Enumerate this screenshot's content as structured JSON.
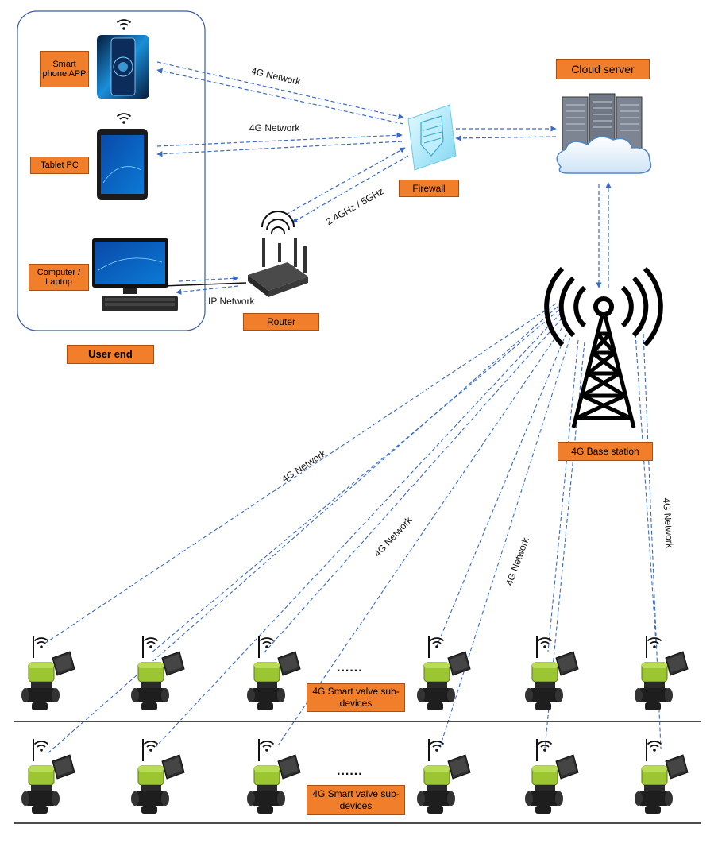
{
  "labels": {
    "smartphone_app": "Smart phone APP",
    "tablet_pc": "Tablet PC",
    "computer_laptop": "Computer / Laptop",
    "user_end": "User end",
    "router": "Router",
    "firewall": "Firewall",
    "cloud_server": "Cloud server",
    "base_station": "4G Base station",
    "valves_row1": "4G Smart valve sub-devices",
    "valves_row2": "4G Smart valve sub-devices"
  },
  "connections": {
    "phone_firewall": "4G Network",
    "tablet_firewall": "4G Network",
    "router_firewall": "2.4GHz / 5GHz",
    "computer_router": "IP Network",
    "tower_valves_a": "4G Network",
    "tower_valves_b": "4G Network",
    "tower_valves_c": "4G Network",
    "tower_valves_d": "4G Network"
  },
  "ellipsis": {
    "row1": "......",
    "row2": "......"
  },
  "colors": {
    "tag_fill": "#f07e2b",
    "link_blue": "#3a6bc4",
    "valve_green": "#9bc531"
  }
}
